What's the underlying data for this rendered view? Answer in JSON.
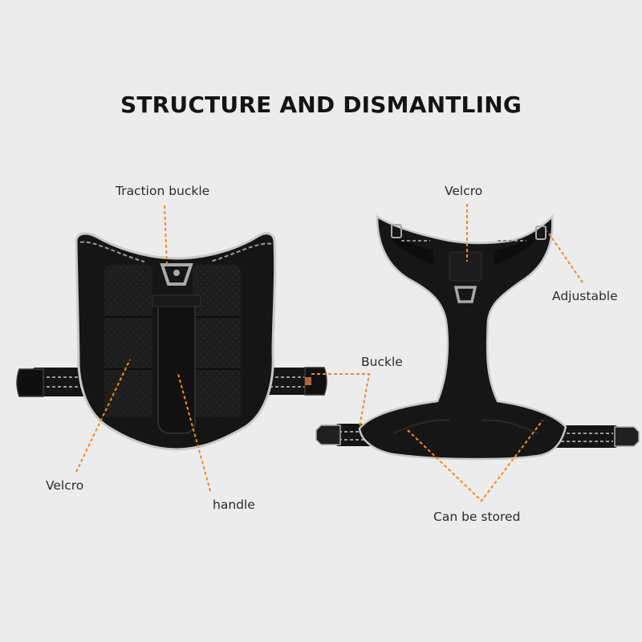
{
  "title": "STRUCTURE AND DISMANTLING",
  "colors": {
    "background": "#ececec",
    "harness": "#141414",
    "reflective_trim": "#c8c8c8",
    "leader_line": "#f08a2a"
  },
  "labels": {
    "traction_buckle": "Traction buckle",
    "velcro_left": "Velcro",
    "handle": "handle",
    "velcro_right": "Velcro",
    "adjustable": "Adjustable",
    "buckle": "Buckle",
    "can_be_stored": "Can be stored"
  }
}
